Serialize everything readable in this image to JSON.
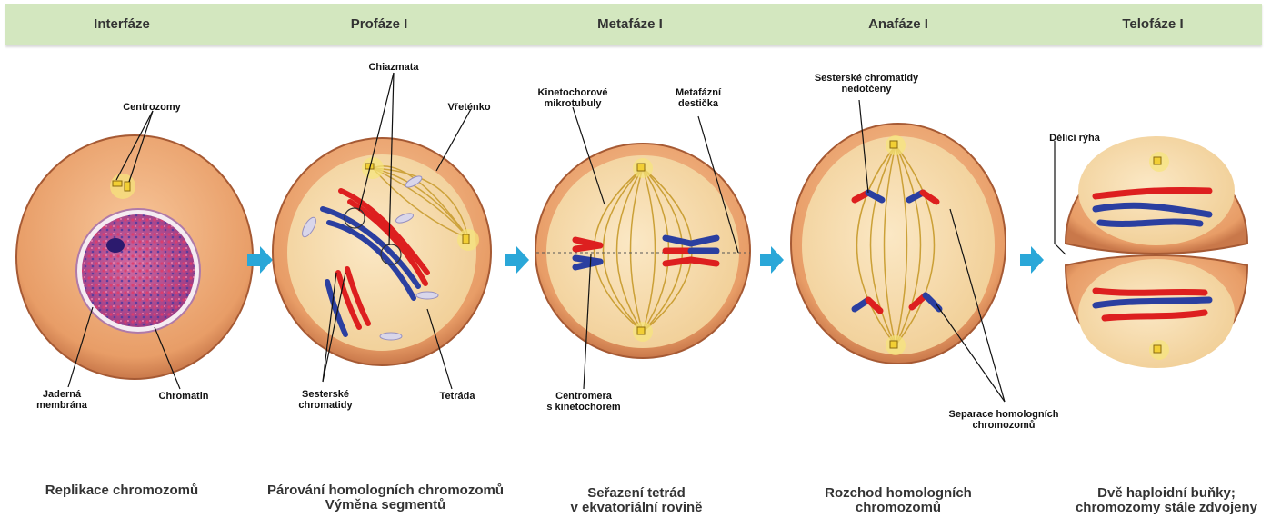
{
  "phases": [
    "Interfáze",
    "Profáze I",
    "Metafáze I",
    "Anafáze I",
    "Telofáze I"
  ],
  "labels": {
    "centrozomy": "Centrozomy",
    "jaderna_1": "Jaderná",
    "jaderna_2": "membrána",
    "chromatin": "Chromatin",
    "chiazmata": "Chiazmata",
    "vretenko": "Vřeténko",
    "sesterske_1": "Sesterské",
    "sesterske_2": "chromatidy",
    "tetrada": "Tetráda",
    "kineto_1": "Kinetochorové",
    "kineto_2": "mikrotubuly",
    "metafazni_1": "Metafázní",
    "metafazni_2": "destička",
    "centromera_1": "Centromera",
    "centromera_2": "s kinetochorem",
    "nedotceny_1": "Sesterské chromatidy",
    "nedotceny_2": "nedotčeny",
    "separace_1": "Separace homologních",
    "separace_2": "chromozomů",
    "ryha": "Dělící rýha"
  },
  "captions": [
    [
      "Replikace chromozomů",
      ""
    ],
    [
      "Párování homologních chromozomů",
      "Výměna segmentů"
    ],
    [
      "Seřazení tetrád",
      "v ekvatoriální rovině"
    ],
    [
      "Rozchod homologních",
      "chromozomů"
    ],
    [
      "Dvě haploidní buňky;",
      "chromozomy stále zdvojeny"
    ]
  ],
  "colors": {
    "header_bg": "#d3e7bf",
    "cell_fill": "#e8a070",
    "cytoplasm": "#f3d9a8",
    "chromosome_red": "#dd1f1f",
    "chromosome_blue": "#2b3fa0",
    "arrow": "#2aa7d8"
  }
}
